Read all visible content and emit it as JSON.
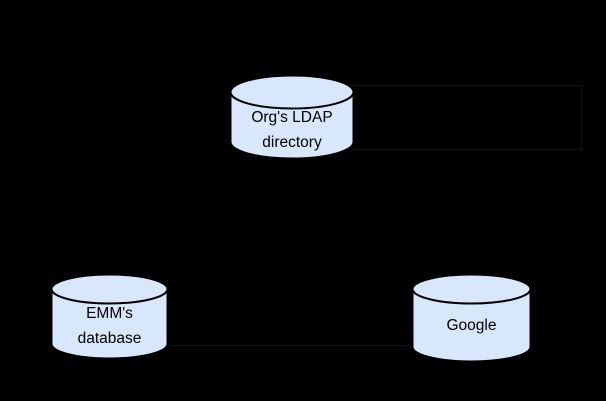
{
  "diagram": {
    "colors": {
      "background": "#000000",
      "node_fill": "#d9e7fc",
      "node_stroke": "#000000",
      "label": "#000000",
      "faint_line": "#111318"
    },
    "nodes": [
      {
        "id": "orgs-ldap-directory",
        "shape": "cylinder",
        "label": "Org's LDAP directory",
        "lines": [
          "Org's LDAP",
          "directory"
        ]
      },
      {
        "id": "emms-database",
        "shape": "cylinder",
        "label": "EMM's database",
        "lines": [
          "EMM's",
          "database"
        ]
      },
      {
        "id": "google",
        "shape": "cylinder",
        "label": "Google",
        "lines": [
          "Google"
        ]
      }
    ]
  }
}
